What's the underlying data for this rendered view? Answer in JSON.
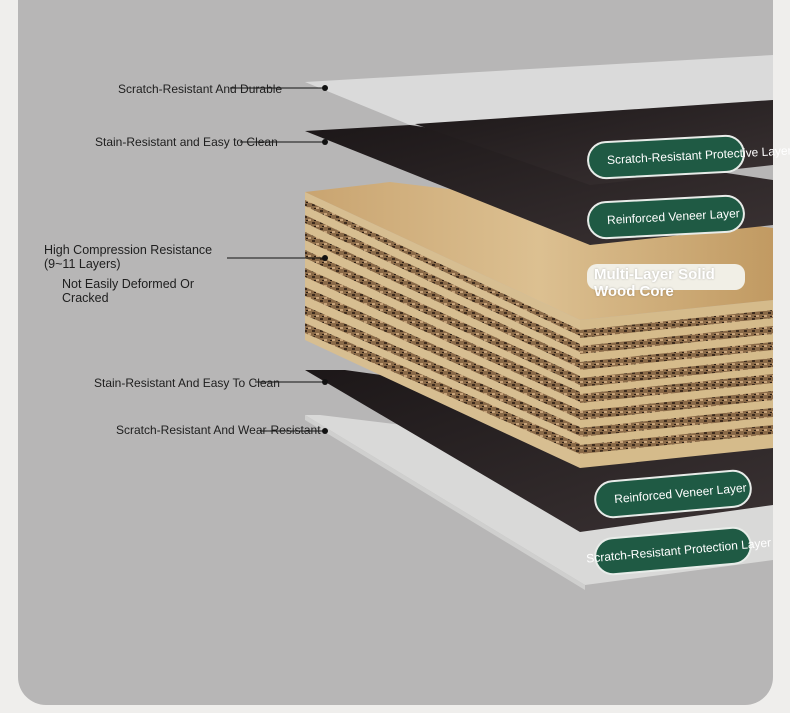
{
  "left_labels": {
    "top_1": "Scratch-Resistant And Durable",
    "top_2": "Stain-Resistant and Easy to Clean",
    "core_1": "High Compression Resistance (9~11 Layers)",
    "core_2": "Not Easily Deformed Or Cracked",
    "bottom_1": "Stain-Resistant And Easy To Clean",
    "bottom_2": "Scratch-Resistant And Wear-Resistant"
  },
  "right_tags": {
    "top_protective": "Scratch-Resistant Protective Layer",
    "top_veneer": "Reinforced Veneer Layer",
    "core": "Multi-Layer Solid Wood Core",
    "bottom_veneer": "Reinforced Veneer Layer",
    "bottom_protection": "Scratch-Resistant Protection Layer"
  },
  "colors": {
    "panel_background": "#b7b6b6",
    "tag_green": "#1f5a44",
    "veneer_dark": "#2a2324",
    "protective_light": "#dcdcdc",
    "core_wood": "#c9a46f"
  }
}
